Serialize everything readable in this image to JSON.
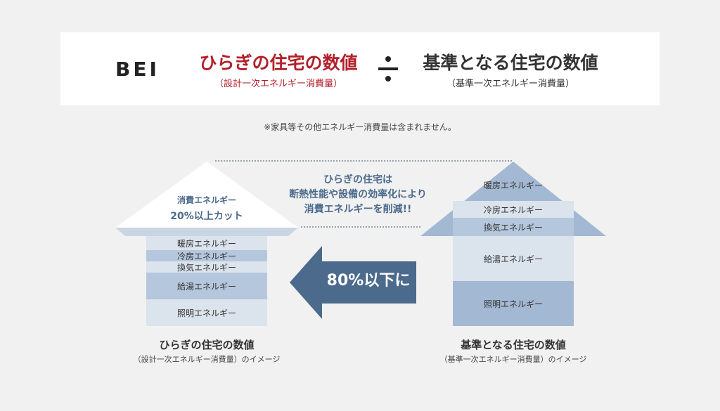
{
  "formula": {
    "bei": "BEI",
    "numerator": "ひらぎの住宅の数値",
    "numerator_sub": "（設計一次エネルギー消費量）",
    "operator": "÷",
    "denominator": "基準となる住宅の数値",
    "denominator_sub": "（基準一次エネルギー消費量）"
  },
  "note": "※家具等その他エネルギー消費量は含まれません。",
  "middle": {
    "line1": "ひらぎの住宅は",
    "line2": "断熱性能や設備の効率化により",
    "line3": "消費エネルギーを削減!!",
    "arrow_label": "80%以下に"
  },
  "left_house": {
    "roof_line1": "消費エネルギー",
    "roof_line2": "20%以上カット",
    "bands": [
      "暖房エネルギー",
      "冷房エネルギー",
      "換気エネルギー",
      "給湯エネルギー",
      "照明エネルギー"
    ],
    "caption": "ひらぎの住宅の数値",
    "caption_sub": "（設計一次エネルギー消費量）のイメージ"
  },
  "right_house": {
    "bands": [
      "暖房エネルギー",
      "冷房エネルギー",
      "換気エネルギー",
      "給湯エネルギー",
      "照明エネルギー"
    ],
    "caption": "基準となる住宅の数値",
    "caption_sub": "（基準一次エネルギー消費量）のイメージ"
  },
  "colors": {
    "accent_red": "#b2202a",
    "arrow_blue": "#4b6a8c",
    "band_light": "#dbe3ec",
    "band_mid": "#b5c7dc",
    "band_dark": "#a3b8d2"
  }
}
